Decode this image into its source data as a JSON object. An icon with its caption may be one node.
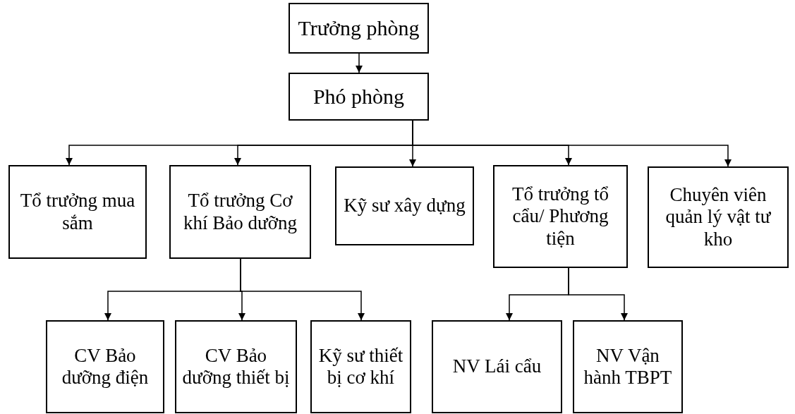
{
  "diagram": {
    "nodes": [
      {
        "text": [
          "Trưởng phòng"
        ]
      },
      {
        "text": [
          "Phó phòng"
        ]
      },
      {
        "text": [
          "Tổ trưởng mua sắm"
        ]
      },
      {
        "text": [
          "Tổ trưởng Cơ khí Bảo dưỡng"
        ]
      },
      {
        "text": [
          "Kỹ sư xây dựng"
        ]
      },
      {
        "text": [
          "Tổ trưởng tổ cẩu/ Phương tiện"
        ]
      },
      {
        "text": [
          "Chuyên viên quản lý vật tư kho"
        ]
      },
      {
        "text": [
          "CV Bảo dưỡng điện"
        ]
      },
      {
        "text": [
          "CV Bảo dưỡng thiết bị"
        ]
      },
      {
        "text": [
          "Kỹ sư thiết bị cơ khí"
        ]
      },
      {
        "text": [
          "NV Lái cẩu"
        ]
      },
      {
        "text": [
          "NV Vận hành TBPT"
        ]
      }
    ],
    "edges": [
      {
        "from": 0,
        "to": 1,
        "arrow": "to"
      },
      {
        "from": 1,
        "to": 2,
        "arrow": "to"
      },
      {
        "from": 1,
        "to": 3,
        "arrow": "to"
      },
      {
        "from": 1,
        "to": 4,
        "arrow": "to"
      },
      {
        "from": 1,
        "to": 5,
        "arrow": "to"
      },
      {
        "from": 1,
        "to": 6,
        "arrow": "to"
      },
      {
        "from": 3,
        "to": 7,
        "arrow": "to"
      },
      {
        "from": 3,
        "to": 8,
        "arrow": "to"
      },
      {
        "from": 3,
        "to": 9,
        "arrow": "to"
      },
      {
        "from": 5,
        "to": 10,
        "arrow": "to"
      },
      {
        "from": 5,
        "to": 11,
        "arrow": "to"
      }
    ]
  }
}
